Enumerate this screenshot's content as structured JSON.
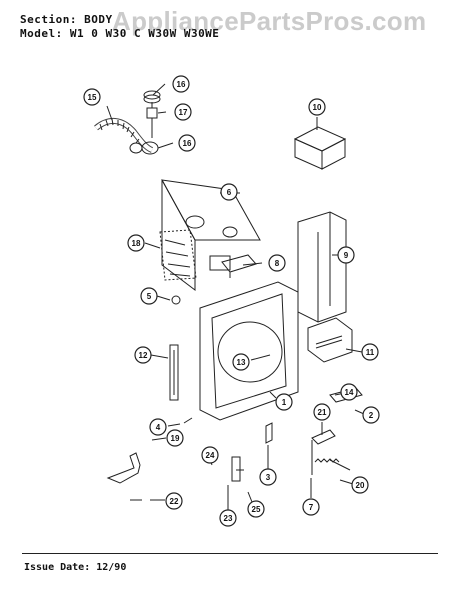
{
  "header": {
    "section_line": "Section: BODY",
    "model_line": "Model: W1 0 W30  C W30W  W30WE"
  },
  "watermark": "AppliancePartsPros.com",
  "footer": {
    "issue_date": "Issue Date: 12/90"
  },
  "callouts": [
    "15",
    "16",
    "17",
    "16",
    "10",
    "6",
    "18",
    "8",
    "9",
    "5",
    "11",
    "12",
    "13",
    "1",
    "14",
    "2",
    "4",
    "21",
    "19",
    "24",
    "3",
    "20",
    "22",
    "23",
    "25",
    "7"
  ],
  "colors": {
    "line": "#222222",
    "background": "#ffffff",
    "watermark": "#8c8c8c"
  }
}
